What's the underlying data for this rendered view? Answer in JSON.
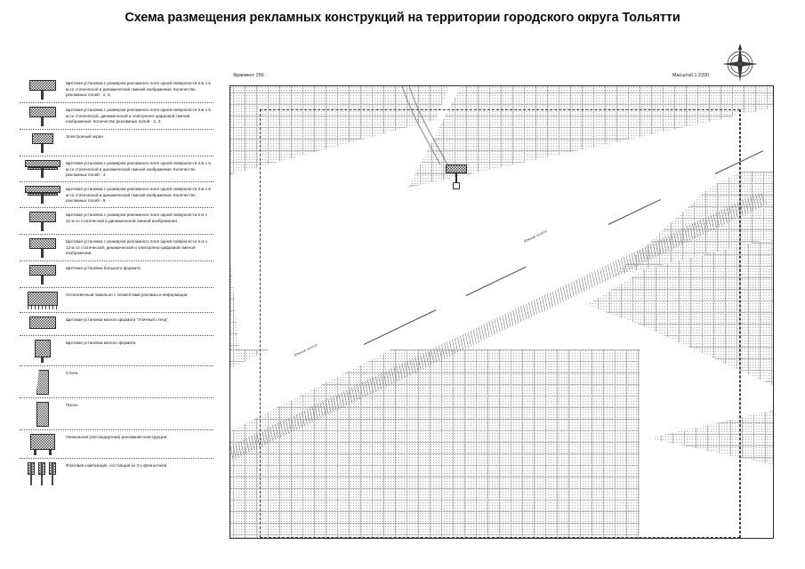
{
  "document": {
    "title": "Схема размещения рекламных конструкций на территории городского округа Тольятти"
  },
  "map": {
    "fragment_label": "Фрагмент 256",
    "scale_label": "Масштаб 1:2200",
    "compass_icon": "compass-rose-icon",
    "marker_icon": "billboard-marker-icon",
    "street_labels": [
      "Южное шоссе",
      "Южное шоссе"
    ]
  },
  "legend": {
    "items": [
      {
        "icon": "billboard-3x6-icon",
        "text": "Щитовая установка с размером рекламного поля одной поверхности 3 м х 6 м со статической и динамической сменой изображения. Количество рекламных полей - 2, 3."
      },
      {
        "icon": "billboard-3x6-digital-icon",
        "text": "Щитовая установка с размером рекламного поля одной поверхности 3 м х 6 м со статической, динамической и электронно-цифровой сменой изображения. Количество рекламных полей - 2, 3."
      },
      {
        "icon": "electronic-screen-icon",
        "text": "Электронный экран"
      },
      {
        "icon": "billboard-3x6-four-fields-icon",
        "text": "Щитовая установка с размером рекламного поля одной поверхности 3 м х 6 м со статической и динамической сменой изображения. Количество рекламных полей - 4."
      },
      {
        "icon": "billboard-3x6-nine-fields-icon",
        "text": "Щитовая установка с размером рекламного поля одной поверхности 3 м х 6 м со статической и динамической сменой изображения. Количество рекламных полей - 9."
      },
      {
        "icon": "billboard-5x12-icon",
        "text": "Щитовая установка с размером рекламного поля одной поверхности 5 м х 12 м со статической и динамической сменой изображения."
      },
      {
        "icon": "billboard-5x12-digital-icon",
        "text": "Щитовая установка с размером рекламного поля одной поверхности 5 м х 12 м со статической, динамической и электронно-цифровой сменой изображения."
      },
      {
        "icon": "billboard-large-format-icon",
        "text": "Щитовая установка большого формата"
      },
      {
        "icon": "bus-stop-pavilion-icon",
        "text": "Остановочный павильон с элементами рекламы и информации"
      },
      {
        "icon": "small-format-street-stand-icon",
        "text": "Щитовая установка малого формата \"Уличный стенд\""
      },
      {
        "icon": "small-format-billboard-icon",
        "text": "Щитовая установка малого формата"
      },
      {
        "icon": "stela-icon",
        "text": "Стела"
      },
      {
        "icon": "pylon-icon",
        "text": "Пилон"
      },
      {
        "icon": "unique-construction-icon",
        "text": "Уникальная (нестандартная) рекламная конструкция"
      },
      {
        "icon": "flag-composition-icon",
        "text": "Флаговая композиция, состоящая из 3-х флагштоков"
      }
    ]
  },
  "colors": {
    "text": "#111111",
    "line": "#2b2b2b",
    "block_fill": "#b9b9b9",
    "road": "#ffffff"
  }
}
